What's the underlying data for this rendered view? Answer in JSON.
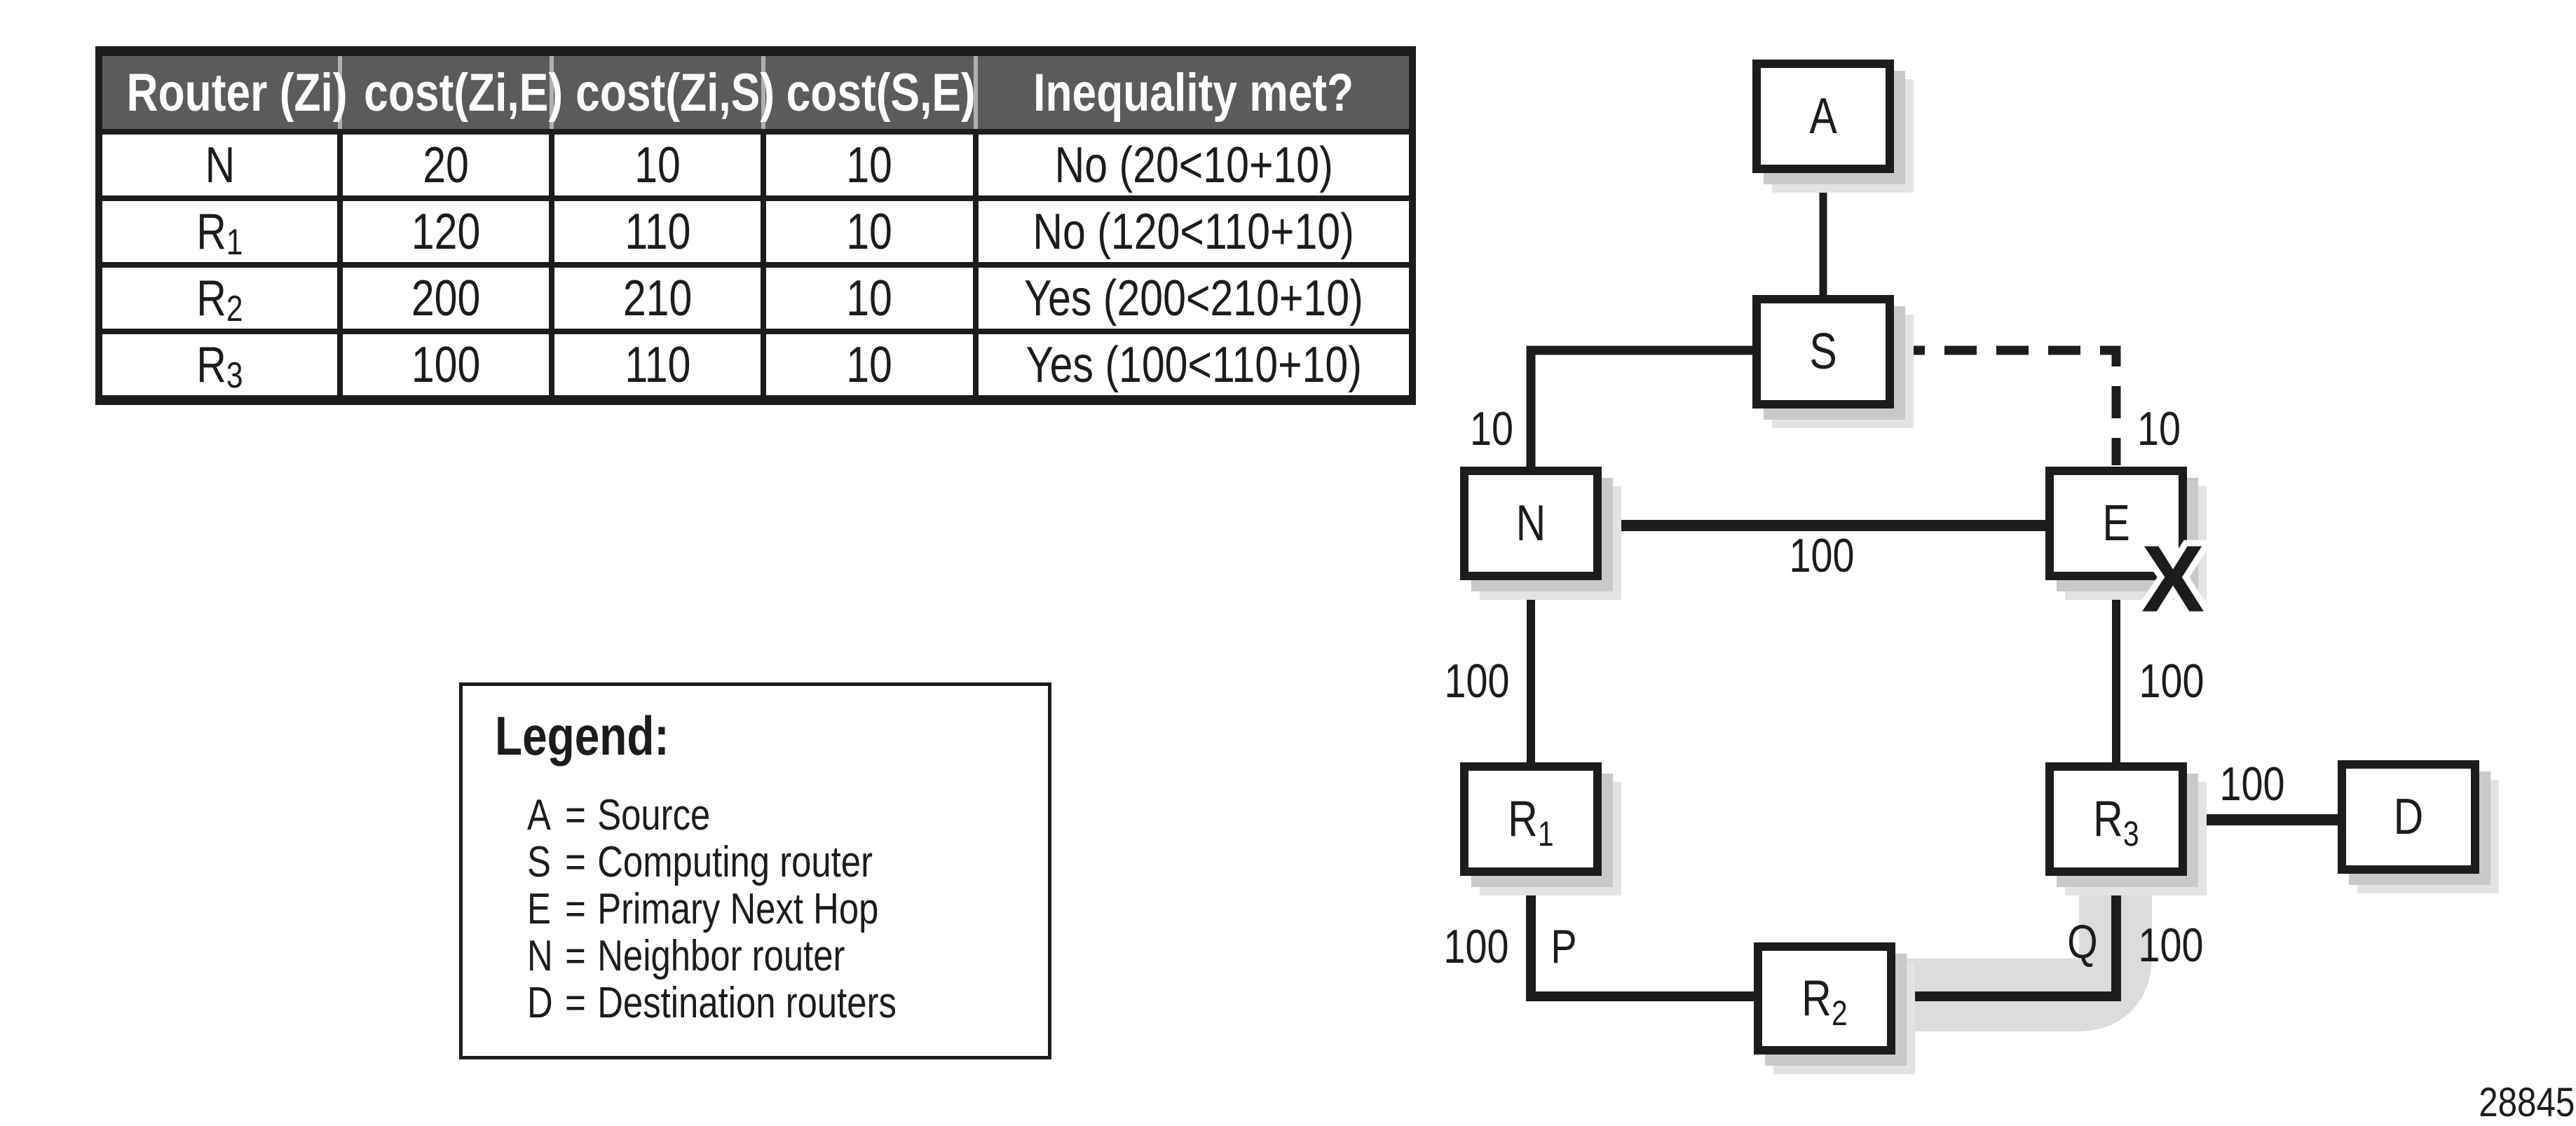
{
  "figure_number": "28845",
  "table": {
    "headers": [
      "Router (Zi)",
      "cost(Zi,E)",
      "cost(Zi,S)",
      "cost(S,E)",
      "Inequality met?"
    ],
    "rows": [
      {
        "router_base": "N",
        "router_sub": "",
        "cost_zi_e": "20",
        "cost_zi_s": "10",
        "cost_s_e": "10",
        "inequality": "No (20<10+10)"
      },
      {
        "router_base": "R",
        "router_sub": "1",
        "cost_zi_e": "120",
        "cost_zi_s": "110",
        "cost_s_e": "10",
        "inequality": "No (120<110+10)"
      },
      {
        "router_base": "R",
        "router_sub": "2",
        "cost_zi_e": "200",
        "cost_zi_s": "210",
        "cost_s_e": "10",
        "inequality": "Yes (200<210+10)"
      },
      {
        "router_base": "R",
        "router_sub": "3",
        "cost_zi_e": "100",
        "cost_zi_s": "110",
        "cost_s_e": "10",
        "inequality": "Yes (100<110+10)"
      }
    ]
  },
  "legend": {
    "title": "Legend:",
    "separator": "=",
    "items": [
      {
        "key": "A",
        "desc": "Source"
      },
      {
        "key": "S",
        "desc": "Computing router"
      },
      {
        "key": "E",
        "desc": "Primary Next Hop"
      },
      {
        "key": "N",
        "desc": "Neighbor router"
      },
      {
        "key": "D",
        "desc": "Destination routers"
      }
    ]
  },
  "diagram": {
    "nodes": {
      "a": {
        "label": "A"
      },
      "s": {
        "label": "S"
      },
      "n": {
        "label": "N"
      },
      "e": {
        "label": "E"
      },
      "r1": {
        "base": "R",
        "sub": "1"
      },
      "r2": {
        "base": "R",
        "sub": "2"
      },
      "r3": {
        "base": "R",
        "sub": "3"
      },
      "d": {
        "label": "D"
      }
    },
    "labels": {
      "s_n_cost": "10",
      "s_e_cost": "10",
      "n_e_cost": "100",
      "n_r1_cost": "100",
      "e_r3_cost": "100",
      "r1_p_cost": "100",
      "p_point": "P",
      "q_point": "Q",
      "q_r3_cost": "100",
      "r3_d_cost": "100",
      "x_marker": "X"
    }
  },
  "colors": {
    "ink": "#1c1c1c",
    "header_bg": "#5b5b5b",
    "header_separator": "#b0b0b0",
    "box_shadow": "#c9c9c9",
    "box_shadow_light": "#e3e3e3",
    "backup_path_highlight": "#dcdcdc"
  }
}
